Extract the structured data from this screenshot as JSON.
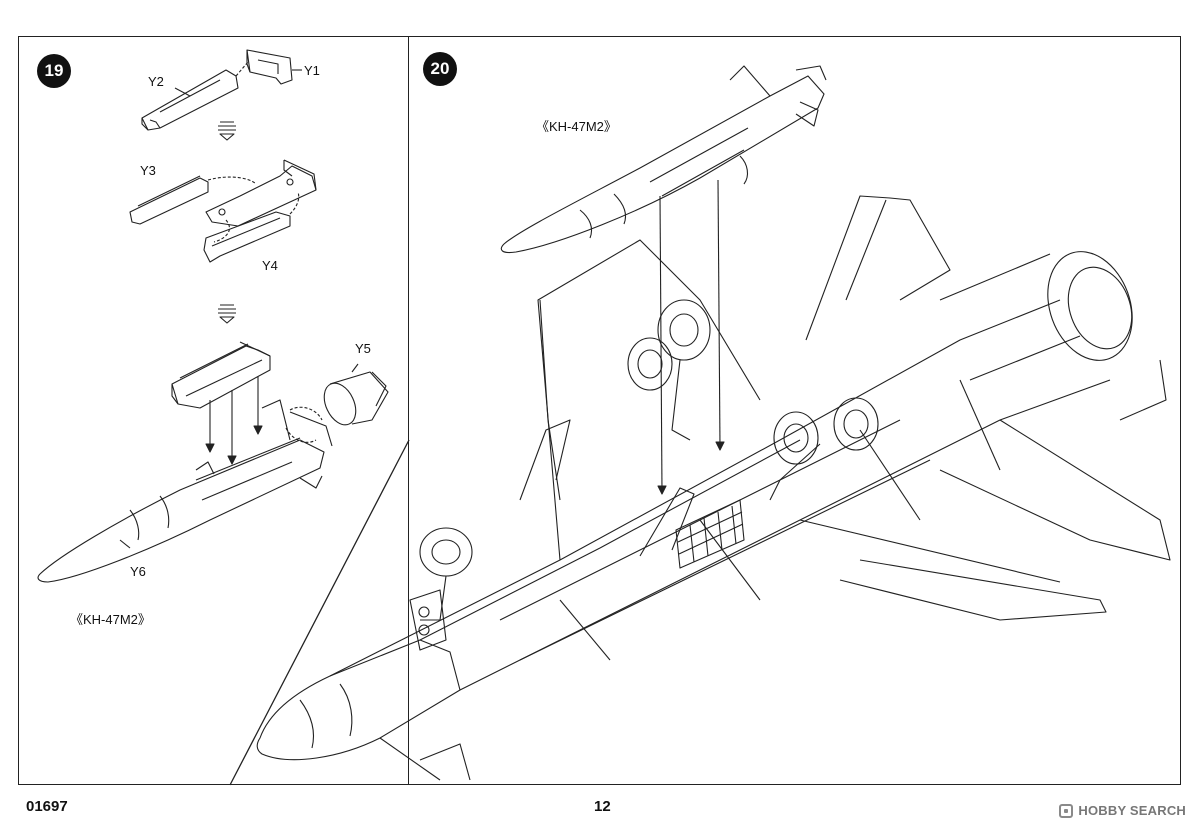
{
  "steps": [
    {
      "number": "19"
    },
    {
      "number": "20"
    }
  ],
  "parts": {
    "y1": "Y1",
    "y2": "Y2",
    "y3": "Y3",
    "y4": "Y4",
    "y5": "Y5",
    "y6": "Y6"
  },
  "missile_label_left": "《KH-47M2》",
  "missile_label_right": "《KH-47M2》",
  "footer": {
    "kit_number": "01697",
    "page_number": "12"
  },
  "watermark": {
    "text": "HOBBY SEARCH"
  },
  "colors": {
    "line": "#222222",
    "background": "#ffffff",
    "badge": "#111111"
  }
}
